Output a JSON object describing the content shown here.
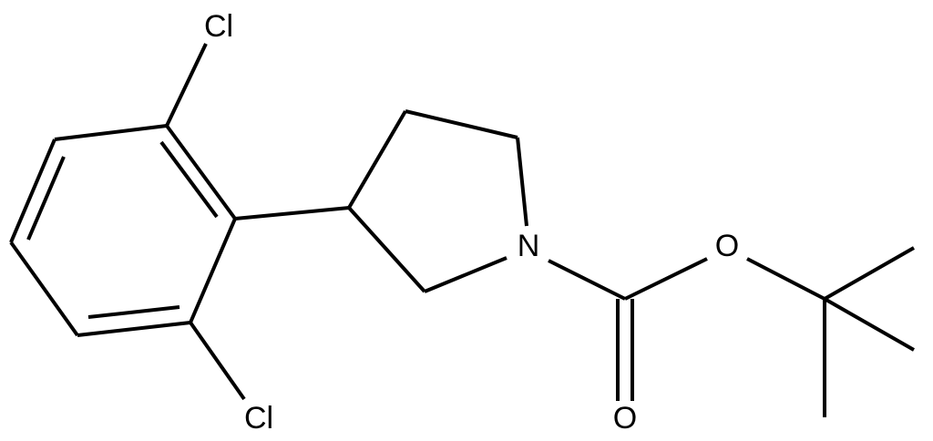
{
  "structure": {
    "atoms": {
      "cl_top": "Cl",
      "cl_bottom": "Cl",
      "nitrogen": "N",
      "ester_oxygen": "O",
      "carbonyl_oxygen": "O"
    },
    "colors": {
      "bond": "#000000",
      "label": "#000000",
      "background": "#ffffff"
    }
  }
}
